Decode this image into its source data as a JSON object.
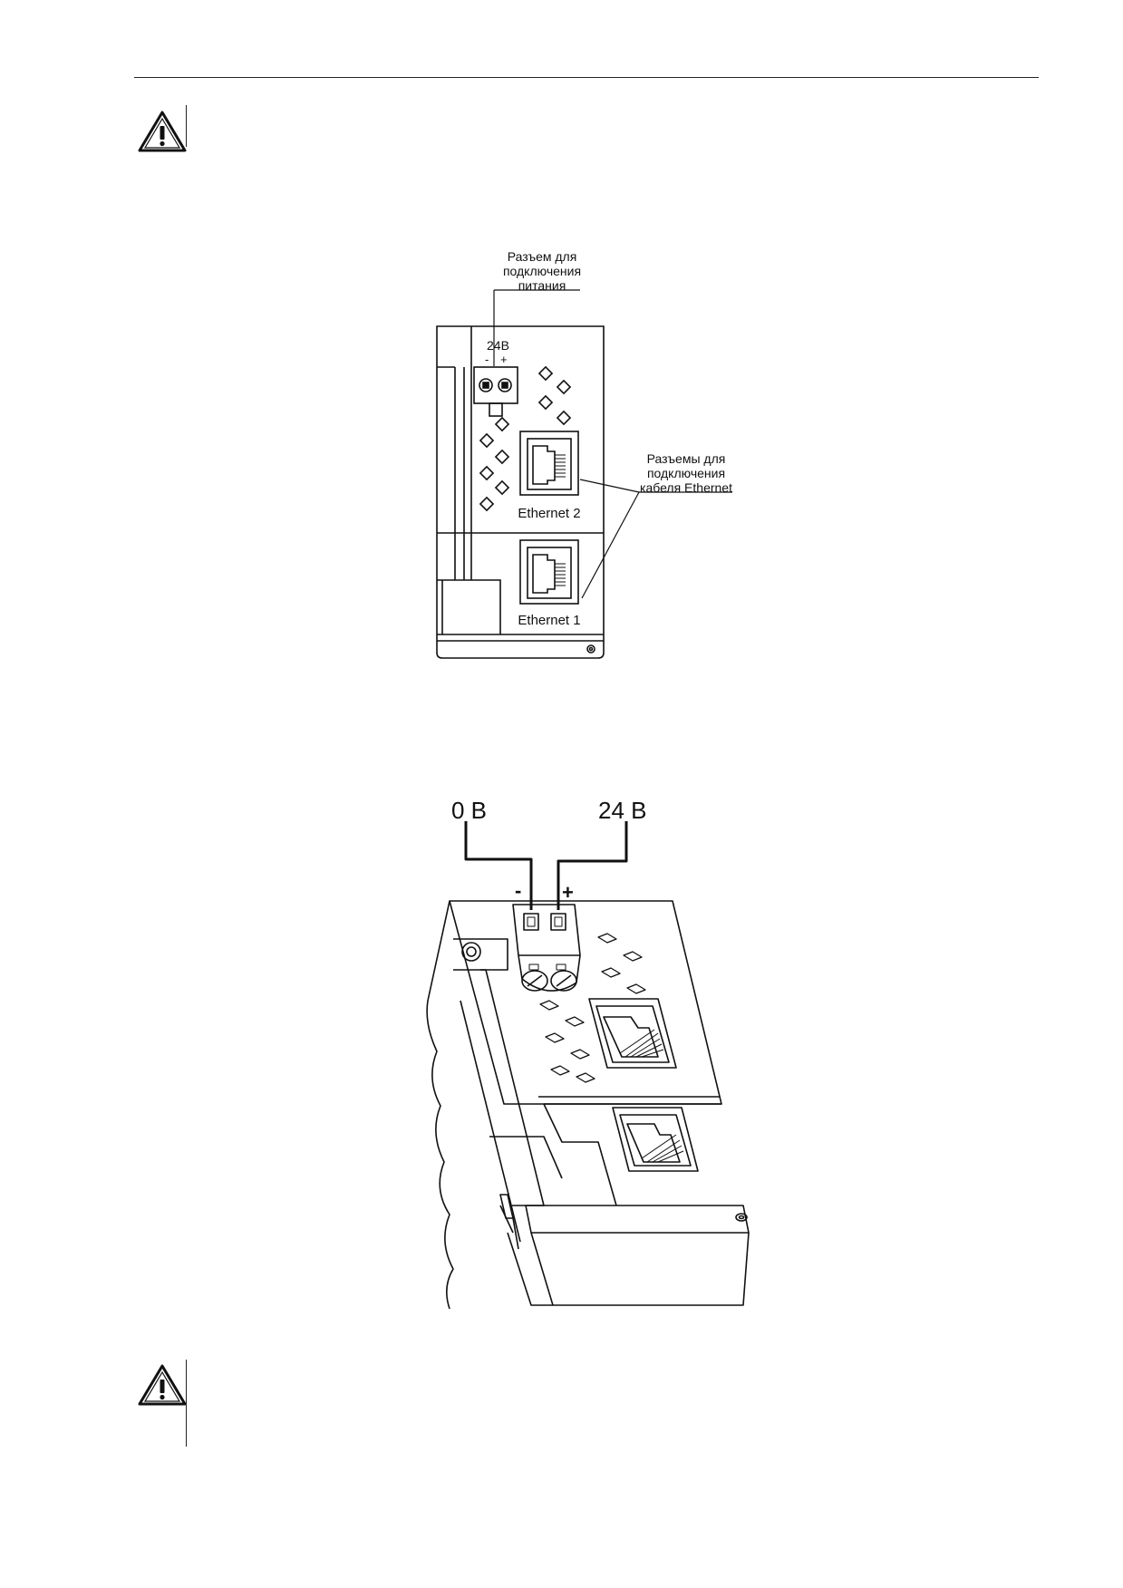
{
  "figure1": {
    "power_connector_label": [
      "Разъем для",
      "подключения",
      "питания"
    ],
    "ethernet_connectors_label": [
      "Разъемы для",
      "подключения",
      "кабеля Ethernet"
    ],
    "voltage_label": "24В",
    "minus_sign": "-",
    "plus_sign": "+",
    "port_top_label": "Ethernet 2",
    "port_bottom_label": "Ethernet 1"
  },
  "figure2": {
    "zero_volt_label": "0 В",
    "supply_volt_label": "24 В",
    "minus_sign": "-",
    "plus_sign": "+"
  },
  "icons": [
    "warning-triangle-icon",
    "warning-triangle-icon"
  ]
}
